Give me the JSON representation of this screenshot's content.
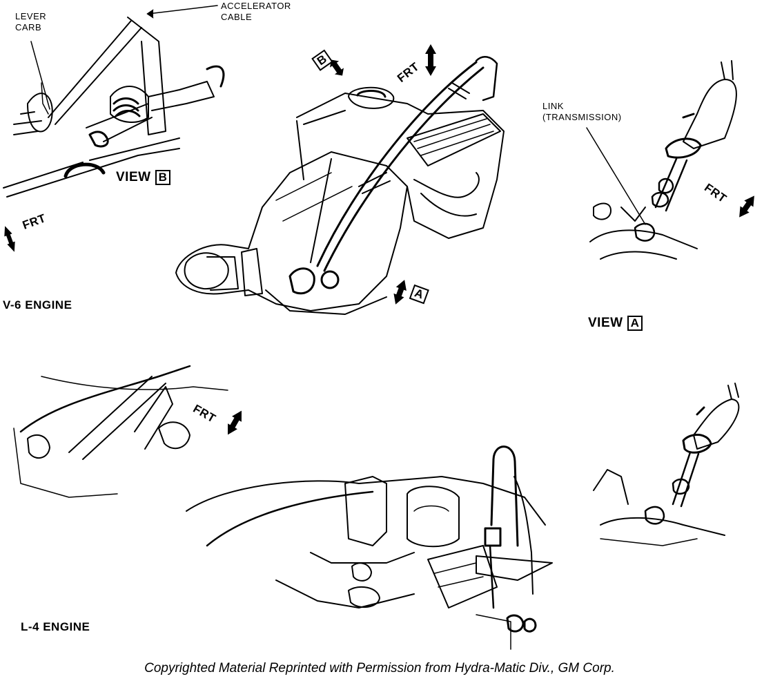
{
  "labels": {
    "lever_carb_line1": "LEVER",
    "lever_carb_line2": "CARB",
    "accelerator_line1": "ACCELERATOR",
    "accelerator_line2": "CABLE",
    "view_b_word": "VIEW",
    "view_b_letter": "B",
    "frt_left": "FRT",
    "v6_engine": "V-6 ENGINE",
    "badge_b": "B",
    "frt_top": "FRT",
    "badge_a": "A",
    "link_line1": "LINK",
    "link_line2": "(TRANSMISSION)",
    "frt_right": "FRT",
    "view_a_word": "VIEW",
    "view_a_letter": "A",
    "frt_lower": "FRT",
    "l4_engine": "L-4 ENGINE"
  },
  "credit": "Copyrighted Material Reprinted with Permission from Hydra-Matic Div., GM Corp."
}
